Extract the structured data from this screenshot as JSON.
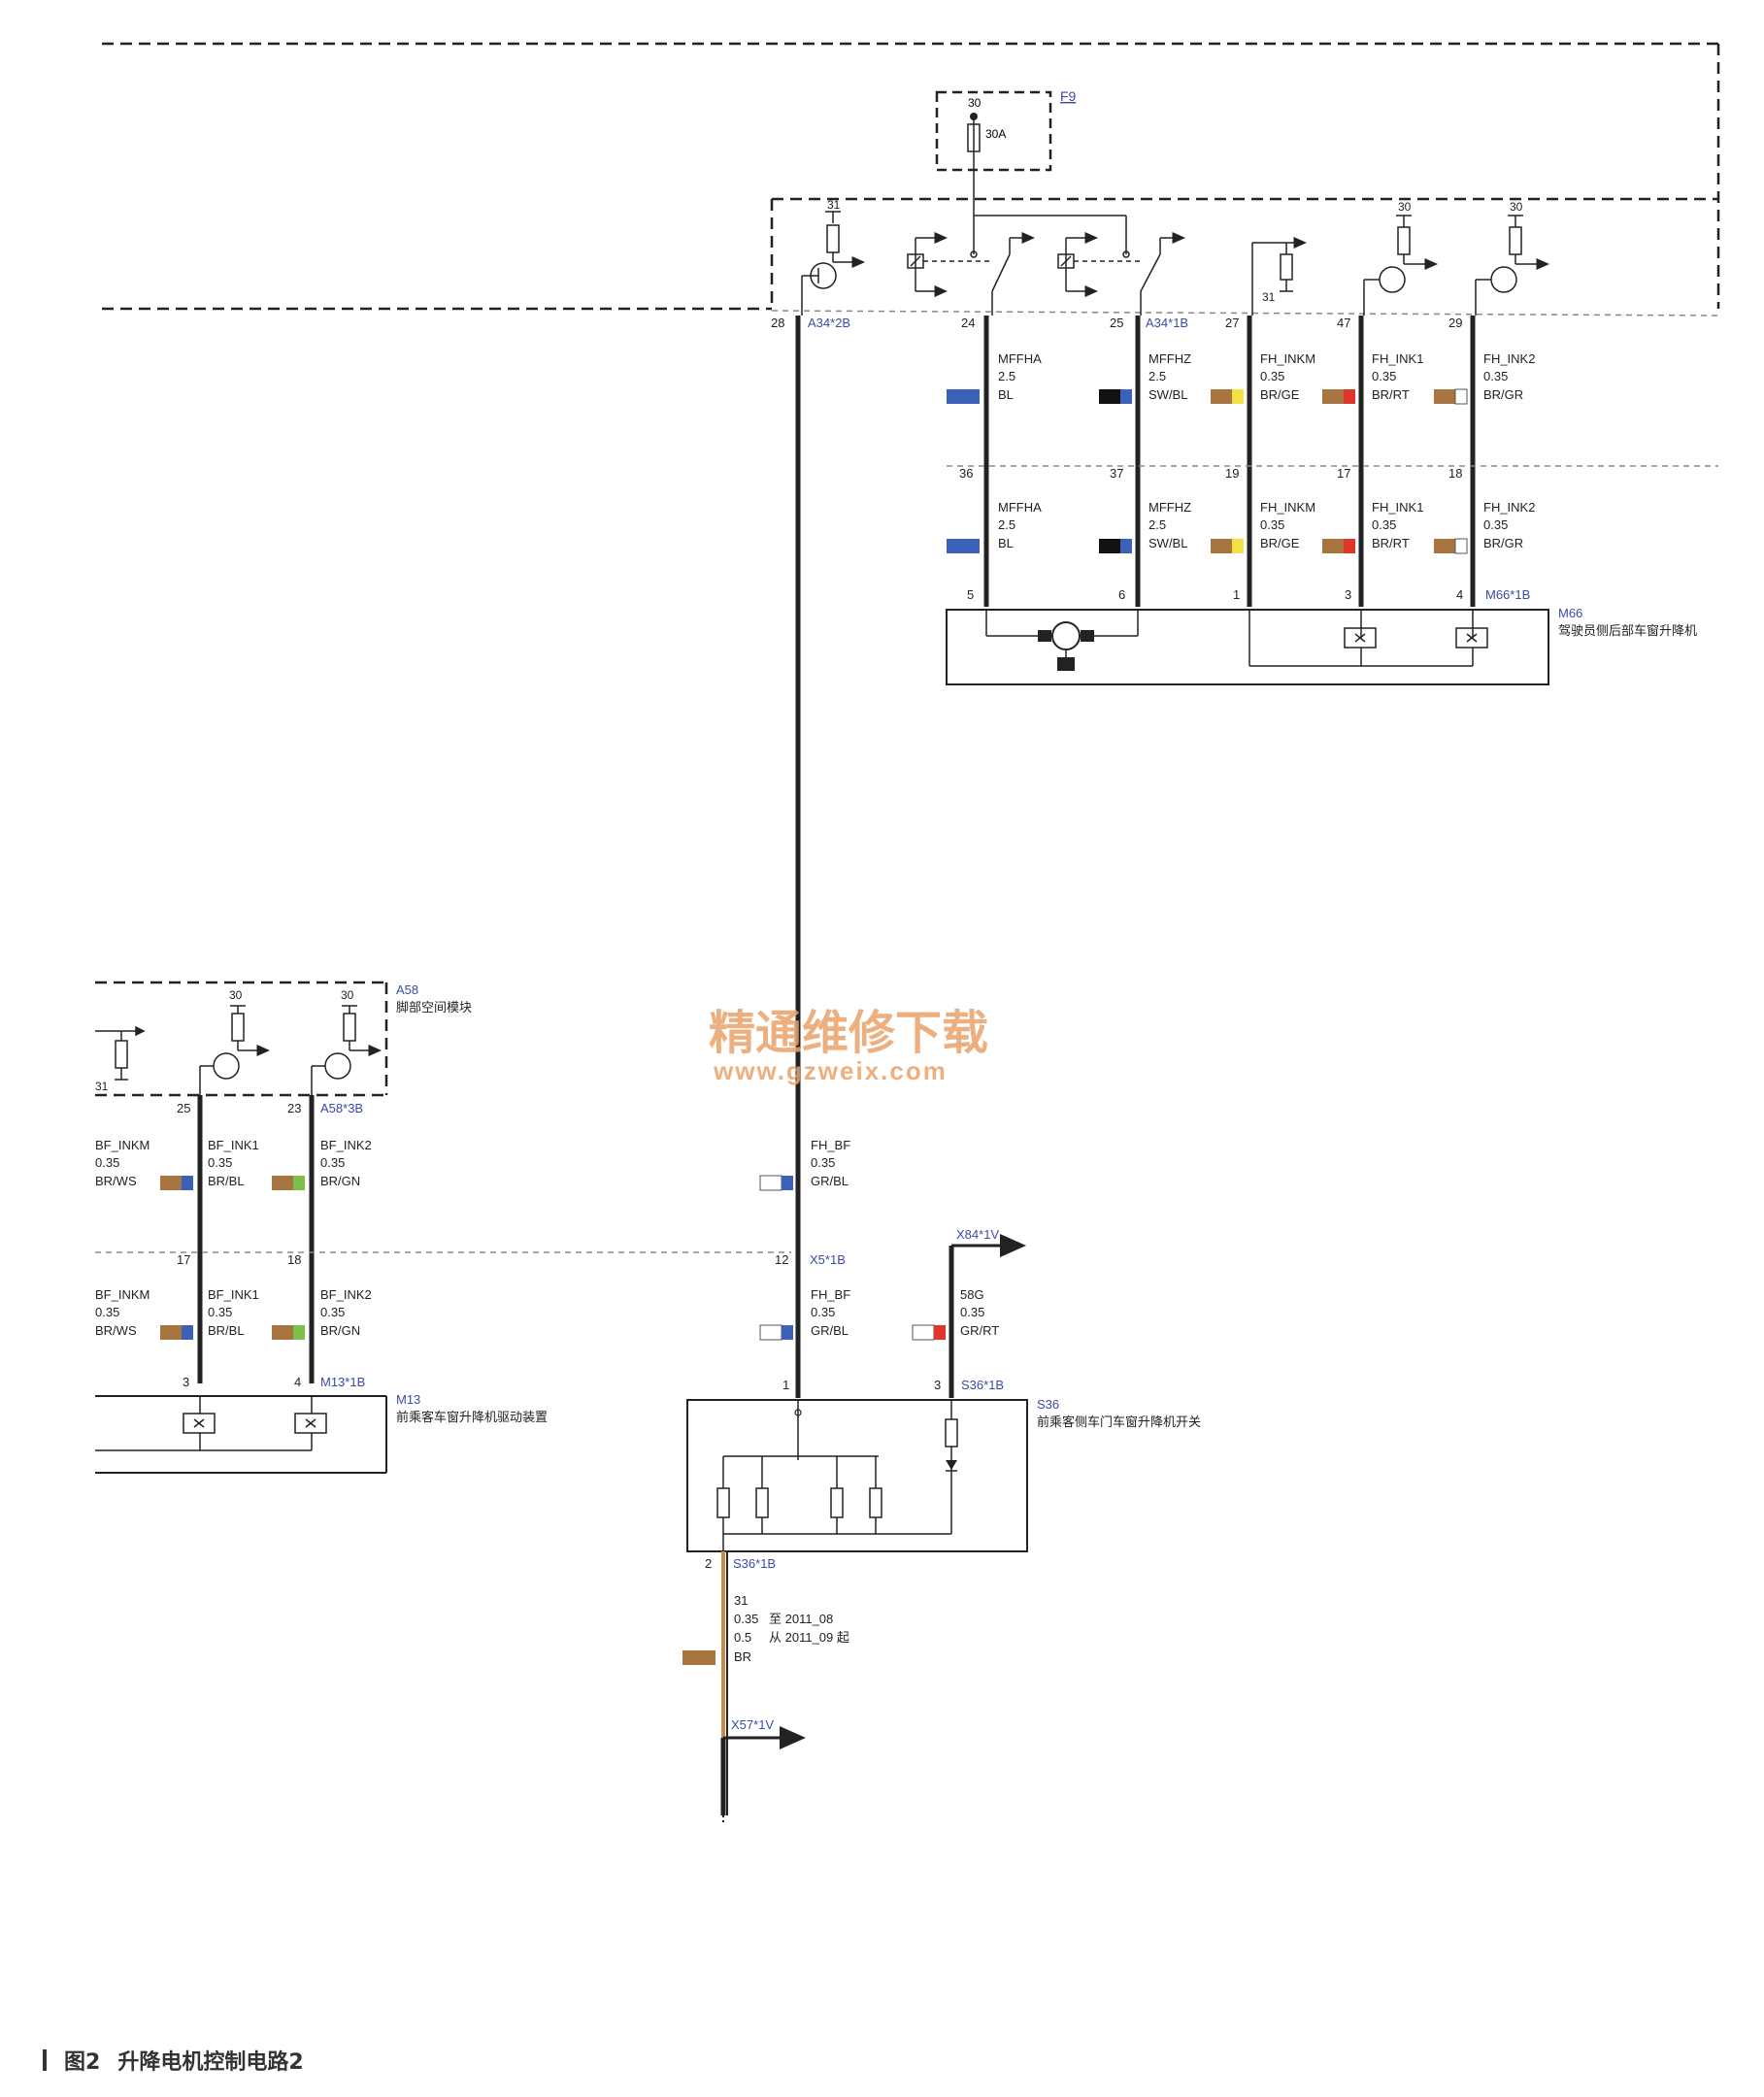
{
  "colors": {
    "BL": "#3b62b8",
    "SW": "#111111",
    "BR": "#a8743f",
    "GE": "#f3e246",
    "RT": "#e0352b",
    "WS": "#ffffff",
    "GN": "#7cc04a",
    "GR": "#9a9a9a",
    "line": "#222222",
    "ref": "#3c4aa8",
    "watermark": "#e9a36b",
    "brwire": "#c98a4a"
  },
  "modules": {
    "f9": {
      "name": "F9",
      "pin": "30",
      "rating": "30A"
    },
    "a34": {
      "pin31": "31",
      "pin30a": "30",
      "pin30b": "30",
      "pin31b": "31"
    },
    "a58": {
      "name": "A58",
      "desc": "脚部空间模块",
      "pin30a": "30",
      "pin30b": "30",
      "pin31": "31"
    },
    "m66": {
      "name": "M66",
      "desc": "驾驶员侧后部车窗升降机"
    },
    "m13": {
      "name": "M13",
      "desc": "前乘客车窗升降机驱动装置"
    },
    "s36": {
      "name": "S36",
      "desc": "前乘客侧车门车窗升降机开关"
    }
  },
  "connectors": {
    "a34_2b": "A34*2B",
    "a34_1b": "A34*1B",
    "m66_1b": "M66*1B",
    "a58_3b": "A58*3B",
    "m13_1b": "M13*1B",
    "x5_1b": "X5*1B",
    "x84": "X84*1V",
    "s36_1b_top": "S36*1B",
    "s36_1b_bot": "S36*1B",
    "x57": "X57*1V"
  },
  "pins": {
    "p28": "28",
    "p24": "24",
    "p25": "25",
    "p27": "27",
    "p47": "47",
    "p29": "29",
    "p36": "36",
    "p37": "37",
    "p19": "19",
    "p17": "17",
    "p18": "18",
    "m5": "5",
    "m6": "6",
    "m1": "1",
    "m3": "3",
    "m4": "4",
    "a25": "25",
    "a23": "23",
    "x17": "17",
    "x18": "18",
    "b3": "3",
    "b4": "4",
    "x12": "12",
    "s1": "1",
    "s3": "3",
    "s2": "2"
  },
  "wires": {
    "mffha": {
      "name": "MFFHA",
      "size": "2.5",
      "color": "BL"
    },
    "mffhz": {
      "name": "MFFHZ",
      "size": "2.5",
      "color": "SW/BL"
    },
    "fh_inkm": {
      "name": "FH_INKM",
      "size": "0.35",
      "color": "BR/GE"
    },
    "fh_ink1": {
      "name": "FH_INK1",
      "size": "0.35",
      "color": "BR/RT"
    },
    "fh_ink2": {
      "name": "FH_INK2",
      "size": "0.35",
      "color": "BR/GR"
    },
    "bf_inkm": {
      "name": "BF_INKM",
      "size": "0.35",
      "color": "BR/WS"
    },
    "bf_ink1": {
      "name": "BF_INK1",
      "size": "0.35",
      "color": "BR/BL"
    },
    "bf_ink2": {
      "name": "BF_INK2",
      "size": "0.35",
      "color": "BR/GN"
    },
    "fh_bf": {
      "name": "FH_BF",
      "size": "0.35",
      "color": "GR/BL"
    },
    "w58g": {
      "name": "58G",
      "size": "0.35",
      "color": "GR/RT"
    },
    "w31": {
      "name": "31",
      "size1": "0.35",
      "note1": "至 2011_08",
      "size2": "0.5",
      "note2": "从 2011_09 起",
      "color": "BR"
    }
  },
  "watermark": {
    "line1": "精通维修下载",
    "line2": "www.gzweix.com"
  },
  "footer": {
    "fig": "图2",
    "title": "升降电机控制电路2"
  }
}
